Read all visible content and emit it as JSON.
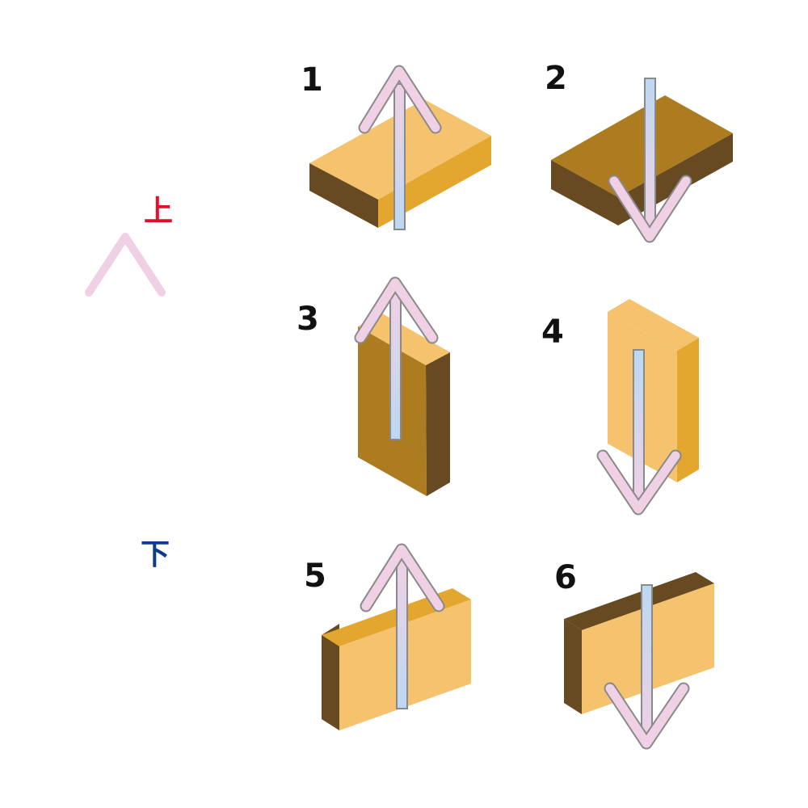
{
  "legend": {
    "up_label": "上",
    "down_label": "下",
    "up_color": "#e0102a",
    "down_color": "#0a3d91"
  },
  "colors": {
    "face_light": "#f5c26d",
    "face_medium": "#e3a72f",
    "face_brown": "#ad7c20",
    "face_dark": "#684a22",
    "arrow_pink": "#f0d0e4",
    "arrow_blue": "#bcd8f2",
    "arrow_stroke": "#8a8a8a"
  },
  "blocks": [
    {
      "number": "1",
      "direction": "up",
      "orientation": "flat",
      "visible_large_face": "light"
    },
    {
      "number": "2",
      "direction": "down",
      "orientation": "flat",
      "visible_large_face": "brown"
    },
    {
      "number": "3",
      "direction": "up",
      "orientation": "standing-tall",
      "visible_large_face": "brown"
    },
    {
      "number": "4",
      "direction": "down",
      "orientation": "standing-tall",
      "visible_large_face": "light"
    },
    {
      "number": "5",
      "direction": "up",
      "orientation": "standing-wide",
      "visible_large_face": "light"
    },
    {
      "number": "6",
      "direction": "down",
      "orientation": "standing-wide",
      "visible_large_face": "light"
    }
  ]
}
